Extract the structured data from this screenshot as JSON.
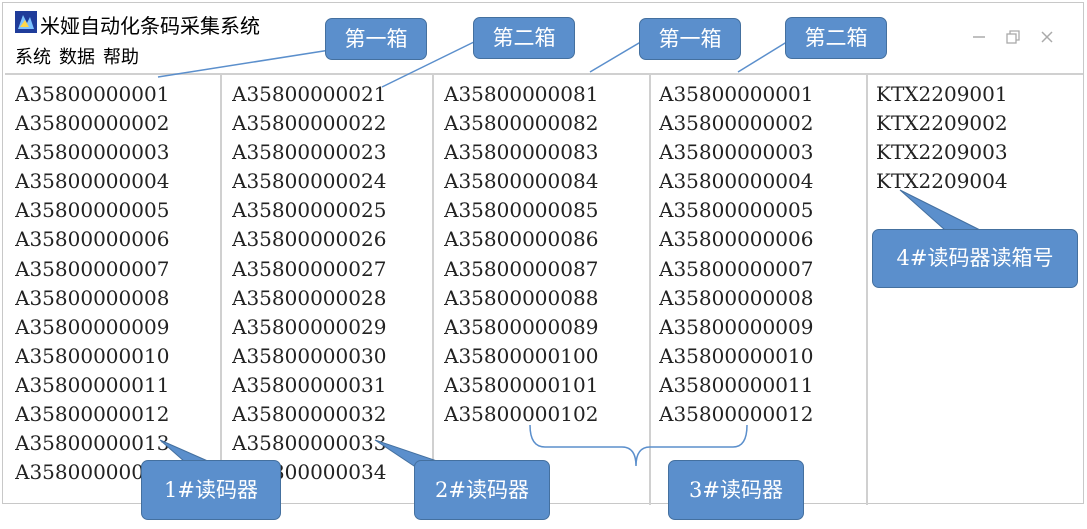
{
  "window": {
    "title": "米娅自动化条码采集系统",
    "menu": [
      "系统",
      "数据",
      "帮助"
    ],
    "controls": [
      "minimize-icon",
      "restore-icon",
      "close-icon"
    ]
  },
  "columns": [
    {
      "items": [
        "A35800000001",
        "A35800000002",
        "A35800000003",
        "A35800000004",
        "A35800000005",
        "A35800000006",
        "A35800000007",
        "A35800000008",
        "A35800000009",
        "A35800000010",
        "A35800000011",
        "A35800000012",
        "A35800000013",
        "A3580000001"
      ]
    },
    {
      "items": [
        "A35800000021",
        "A35800000022",
        "A35800000023",
        "A35800000024",
        "A35800000025",
        "A35800000026",
        "A35800000027",
        "A35800000028",
        "A35800000029",
        "A35800000030",
        "A35800000031",
        "A35800000032",
        "A35800000033",
        "A35800000034"
      ]
    },
    {
      "items": [
        "A35800000081",
        "A35800000082",
        "A35800000083",
        "A35800000084",
        "A35800000085",
        "A35800000086",
        "A35800000087",
        "A35800000088",
        "A35800000089",
        "A35800000100",
        "A35800000101",
        "A35800000102"
      ]
    },
    {
      "items": [
        "A35800000001",
        "A35800000002",
        "A35800000003",
        "A35800000004",
        "A35800000005",
        "A35800000006",
        "A35800000007",
        "A35800000008",
        "A35800000009",
        "A35800000010",
        "A35800000011",
        "A35800000012"
      ]
    },
    {
      "items": [
        "KTX2209001",
        "KTX2209002",
        "KTX2209003",
        "KTX2209004"
      ]
    }
  ],
  "callouts": {
    "box1_a": "第一箱",
    "box2_a": "第二箱",
    "box1_b": "第一箱",
    "box2_b": "第二箱",
    "reader1": "1#读码器",
    "reader2": "2#读码器",
    "reader3": "3#读码器",
    "reader4": "4#读码器读箱号"
  },
  "colors": {
    "callout_fill": "#5b8fcc",
    "callout_border": "#44709f"
  }
}
